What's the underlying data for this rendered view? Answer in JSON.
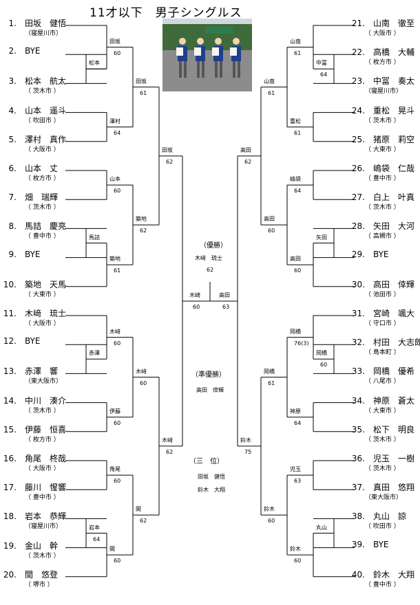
{
  "title": "11才以下　男子シングルス",
  "photo": {
    "banner": "",
    "sky": "#cfd8dc",
    "trees": "#3f6b3a",
    "ground": "#8c8c8c"
  },
  "players": [
    {
      "no": "1.",
      "name": "田坂　健悟",
      "club": "（寝屋川市）"
    },
    {
      "no": "2.",
      "name": "BYE",
      "club": ""
    },
    {
      "no": "3.",
      "name": "松本　航太",
      "club": "（ 茨木市 ）"
    },
    {
      "no": "4.",
      "name": "山本　遥斗",
      "club": "（ 吹田市 ）"
    },
    {
      "no": "5.",
      "name": "澤村　真作",
      "club": "（ 大阪市 ）"
    },
    {
      "no": "6.",
      "name": "山本　丈",
      "club": "（ 枚方市 ）"
    },
    {
      "no": "7.",
      "name": "畑　瑞輝",
      "club": "（ 茨木市 ）"
    },
    {
      "no": "8.",
      "name": "馬詰　慶亮",
      "club": "（ 豊中市 ）"
    },
    {
      "no": "9.",
      "name": "BYE",
      "club": ""
    },
    {
      "no": "10.",
      "name": "築地　天馬",
      "club": "（ 大東市 ）"
    },
    {
      "no": "11.",
      "name": "木﨑　琉士",
      "club": "（ 大阪市 ）"
    },
    {
      "no": "12.",
      "name": "BYE",
      "club": ""
    },
    {
      "no": "13.",
      "name": "赤澤　響",
      "club": "（東大阪市）"
    },
    {
      "no": "14.",
      "name": "中川　湊介",
      "club": "（ 茨木市 ）"
    },
    {
      "no": "15.",
      "name": "伊藤　恒喜",
      "club": "（ 枚方市 ）"
    },
    {
      "no": "16.",
      "name": "角尾　柊哉",
      "club": "（ 大阪市 ）"
    },
    {
      "no": "17.",
      "name": "藤川　惺響",
      "club": "（ 豊中市 ）"
    },
    {
      "no": "18.",
      "name": "岩本　恭輝",
      "club": "（寝屋川市）"
    },
    {
      "no": "19.",
      "name": "金山　幹",
      "club": "（ 茨木市 ）"
    },
    {
      "no": "20.",
      "name": "間　悠登",
      "club": "（ 堺市 ）"
    },
    {
      "no": "21.",
      "name": "山南　徹至",
      "club": "（ 大阪市 ）"
    },
    {
      "no": "22.",
      "name": "高橋　大輔",
      "club": "（ 枚方市 ）"
    },
    {
      "no": "23.",
      "name": "中冨　奏太",
      "club": "（寝屋川市）"
    },
    {
      "no": "24.",
      "name": "重松　晃斗",
      "club": "（ 茨木市 ）"
    },
    {
      "no": "25.",
      "name": "猪原　莉空",
      "club": "（ 大東市 ）"
    },
    {
      "no": "26.",
      "name": "嶋袋　仁哉",
      "club": "（ 豊中市 ）"
    },
    {
      "no": "27.",
      "name": "白上　叶真",
      "club": "（ 茨木市 ）"
    },
    {
      "no": "28.",
      "name": "矢田　大河",
      "club": "（ 高槻市 ）"
    },
    {
      "no": "29.",
      "name": "BYE",
      "club": ""
    },
    {
      "no": "30.",
      "name": "高田　倖輝",
      "club": "（ 池田市 ）"
    },
    {
      "no": "31.",
      "name": "宮崎　颯大",
      "club": "（ 守口市 ）"
    },
    {
      "no": "32.",
      "name": "村田　大志郎",
      "club": "（ 島本町 ）"
    },
    {
      "no": "33.",
      "name": "岡橋　優希",
      "club": "（ 八尾市 ）"
    },
    {
      "no": "34.",
      "name": "神原　蒼太",
      "club": "（ 大東市 ）"
    },
    {
      "no": "35.",
      "name": "松下　明良",
      "club": "（ 茨木市 ）"
    },
    {
      "no": "36.",
      "name": "児玉　一樹",
      "club": "（ 茨木市 ）"
    },
    {
      "no": "37.",
      "name": "真田　悠翔",
      "club": "（東大阪市）"
    },
    {
      "no": "38.",
      "name": "丸山　諒",
      "club": "（ 吹田市 ）"
    },
    {
      "no": "39.",
      "name": "BYE",
      "club": ""
    },
    {
      "no": "40.",
      "name": "鈴木　大翔",
      "club": "（ 豊中市 ）"
    }
  ],
  "results": {
    "l_r1_a": {
      "winner": "松本",
      "score": ""
    },
    "l_r1_b": {
      "winner": "馬詰",
      "score": ""
    },
    "l_r1_c": {
      "winner": "赤澤",
      "score": ""
    },
    "l_r1_d": {
      "winner": "岩本",
      "score": "64"
    },
    "l_r2_a": {
      "winner": "田坂",
      "score": "60"
    },
    "l_r2_b": {
      "winner": "澤村",
      "score": "64"
    },
    "l_r2_c": {
      "winner": "山本",
      "score": "60"
    },
    "l_r2_d": {
      "winner": "築地",
      "score": "61"
    },
    "l_r2_e": {
      "winner": "木﨑",
      "score": "60"
    },
    "l_r2_f": {
      "winner": "伊藤",
      "score": "60"
    },
    "l_r2_g": {
      "winner": "角尾",
      "score": "60"
    },
    "l_r2_h": {
      "winner": "間",
      "score": "60"
    },
    "l_r3_a": {
      "winner": "田坂",
      "score": "61"
    },
    "l_r3_b": {
      "winner": "築地",
      "score": "62"
    },
    "l_r3_c": {
      "winner": "木﨑",
      "score": "60"
    },
    "l_r3_d": {
      "winner": "間",
      "score": "62"
    },
    "l_r4_a": {
      "winner": "田坂",
      "score": "62"
    },
    "l_r4_b": {
      "winner": "木﨑",
      "score": "62"
    },
    "r_r1_a": {
      "winner": "中冨",
      "score": "64"
    },
    "r_r1_b": {
      "winner": "矢田",
      "score": ""
    },
    "r_r1_c": {
      "winner": "岡橋",
      "score": "60"
    },
    "r_r1_d": {
      "winner": "丸山",
      "score": ""
    },
    "r_r2_a": {
      "winner": "山南",
      "score": "61"
    },
    "r_r2_b": {
      "winner": "重松",
      "score": "61"
    },
    "r_r2_c": {
      "winner": "嶋袋",
      "score": "64"
    },
    "r_r2_d": {
      "winner": "高田",
      "score": "60"
    },
    "r_r2_e": {
      "winner": "岡橋",
      "score": "76(3)"
    },
    "r_r2_f": {
      "winner": "神原",
      "score": "64"
    },
    "r_r2_g": {
      "winner": "児玉",
      "score": "63"
    },
    "r_r2_h": {
      "winner": "鈴木",
      "score": "60"
    },
    "r_r3_a": {
      "winner": "山南",
      "score": "61"
    },
    "r_r3_b": {
      "winner": "高田",
      "score": "60"
    },
    "r_r3_c": {
      "winner": "岡橋",
      "score": "61"
    },
    "r_r3_d": {
      "winner": "鈴木",
      "score": "60"
    },
    "r_r4_a": {
      "winner": "高田",
      "score": "62"
    },
    "r_r4_b": {
      "winner": "鈴木",
      "score": "75"
    },
    "sf_left": {
      "winner": "木崎",
      "score": "60"
    },
    "sf_right": {
      "winner": "高田",
      "score": "63"
    }
  },
  "final": {
    "champion_label": "（優勝）",
    "champion_name": "木﨑　琉士",
    "champion_score": "62",
    "runner_up_label": "（準優勝）",
    "runner_up_name": "高田　倖輝",
    "third_label": "（三　位）",
    "third_names": [
      "田坂　健悟",
      "鈴木　大翔"
    ]
  }
}
